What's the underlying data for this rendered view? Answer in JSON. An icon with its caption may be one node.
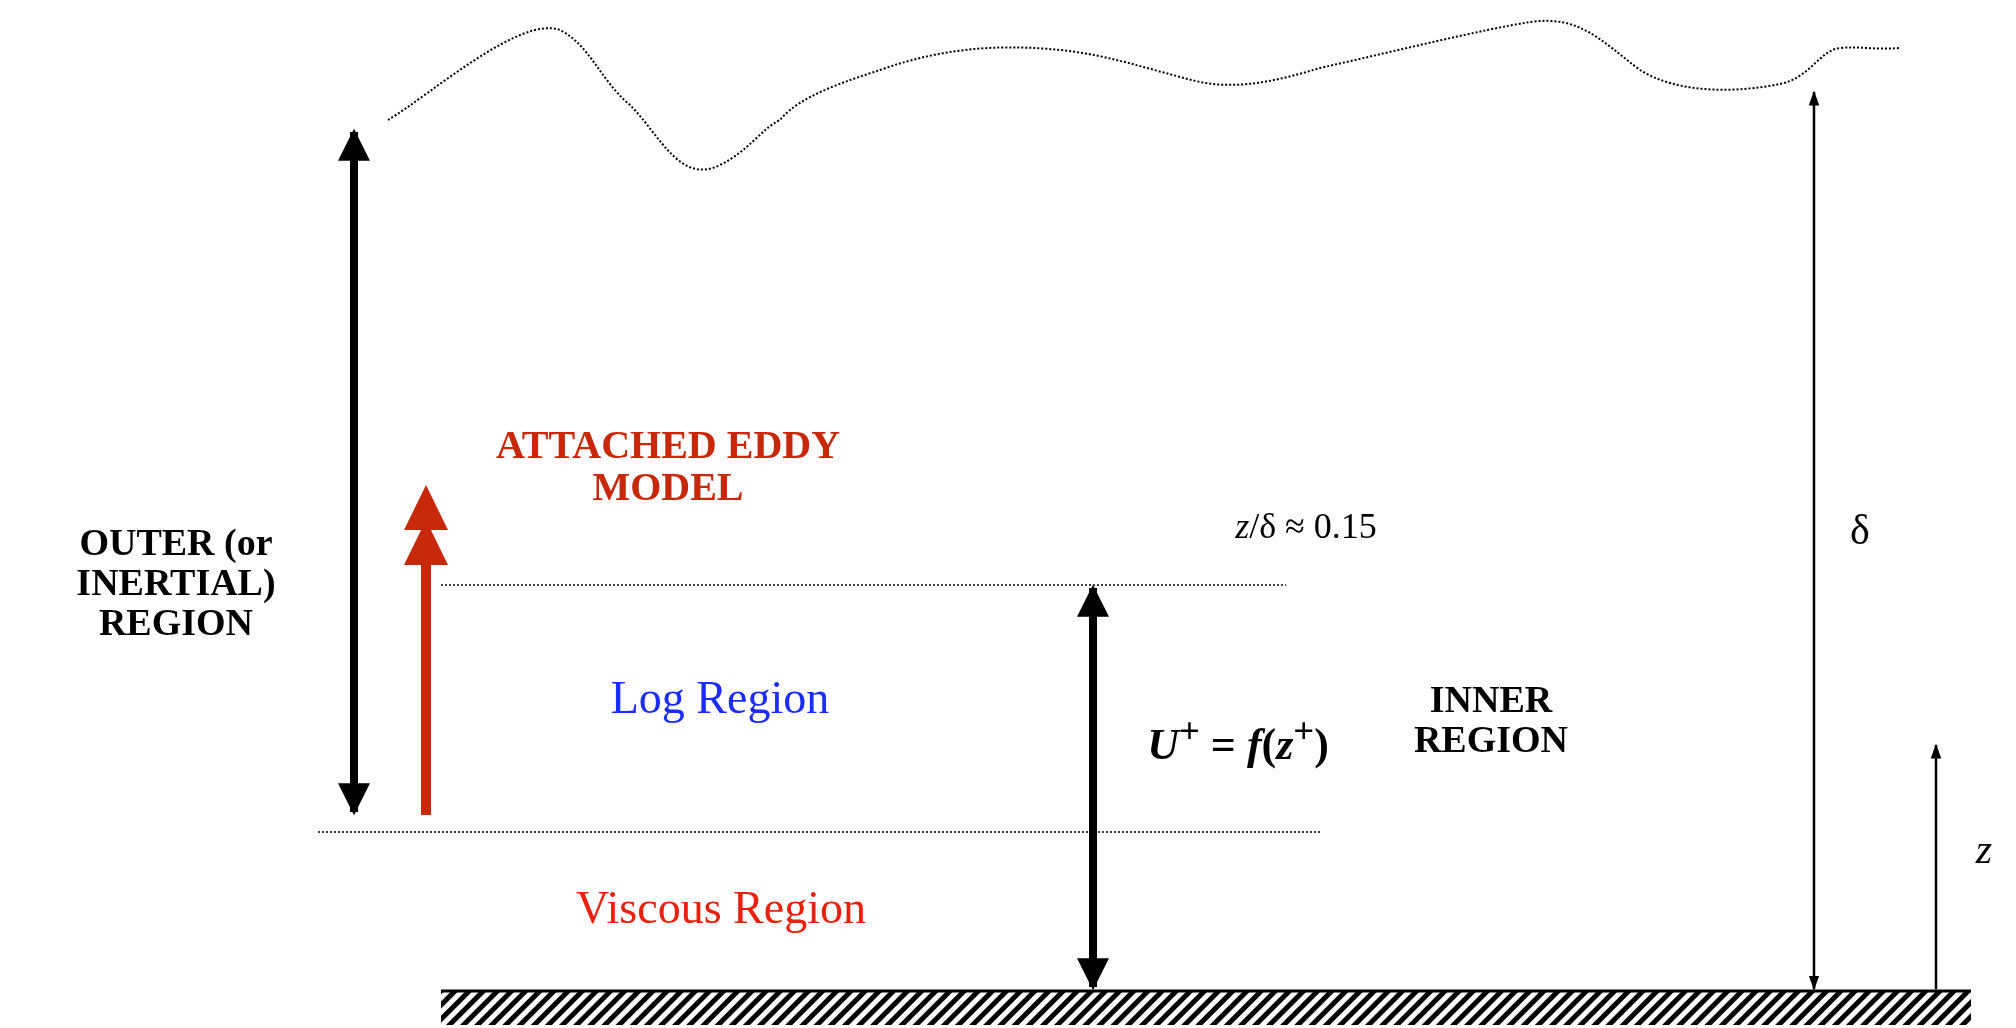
{
  "diagram": {
    "labels": [
      "ATTACHED EDDY MODEL",
      "OUTER (or INERTIAL) REGION",
      "*z*/δ ≈ 0.15",
      "δ",
      "Log Region",
      "*U*$^{+}$ = *f*(*z*$^{+}$)",
      "INNER REGION",
      "*z*",
      "Viscous Region"
    ]
  }
}
